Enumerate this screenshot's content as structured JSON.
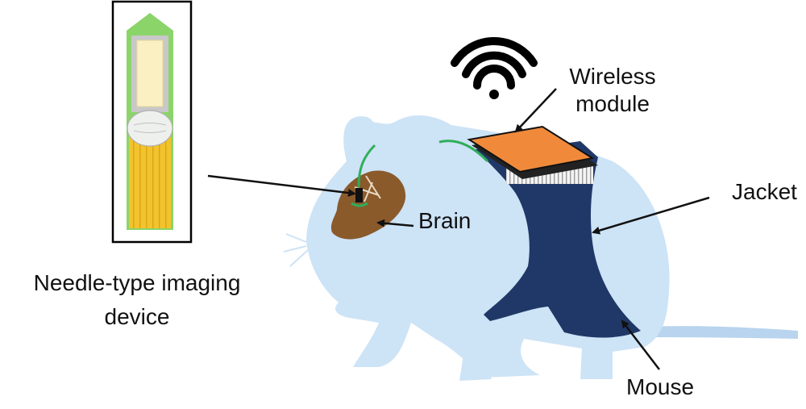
{
  "labels": {
    "wireless_module": [
      "Wireless",
      "module"
    ],
    "jacket": "Jacket",
    "brain": "Brain",
    "needle_device": [
      "Needle-type imaging",
      "device"
    ],
    "mouse": "Mouse"
  },
  "icons": {
    "wireless": "wifi-icon"
  },
  "colors": {
    "mouse_body": "#cde3f6",
    "jacket": "#1f3867",
    "module_top": "#f08a3a",
    "module_base": "#222222",
    "brain": "#8a5a2b",
    "needle_green": "#8bd46a",
    "needle_gold": "#f2c32e",
    "wire": "#2fae5a",
    "arrow": "#111111"
  }
}
